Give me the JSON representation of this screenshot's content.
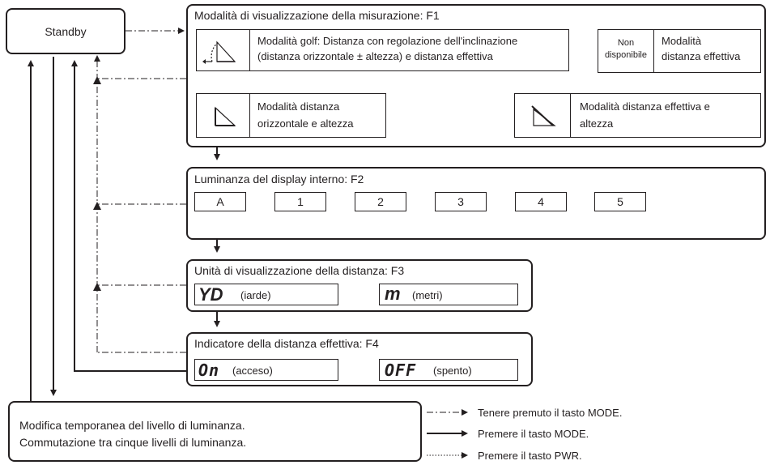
{
  "standby": {
    "label": "Standby"
  },
  "f1": {
    "title": "Modalità di visualizzazione della misurazione: F1",
    "golf_line1": "Modalità golf: Distanza con regolazione dell'inclinazione",
    "golf_line2": "(distanza orizzontale ± altezza) e distanza effettiva",
    "na_line1": "Non",
    "na_line2": "disponibile",
    "eff_line1": "Modalità",
    "eff_line2": "distanza effettiva",
    "effalt_line1": "Modalità distanza effettiva e",
    "effalt_line2": "altezza",
    "horiz_line1": "Modalità distanza",
    "horiz_line2": "orizzontale e altezza"
  },
  "f2": {
    "title": "Luminanza del display interno: F2",
    "levels": [
      "A",
      "1",
      "2",
      "3",
      "4",
      "5"
    ]
  },
  "f3": {
    "title": "Unità di visualizzazione della distanza: F3",
    "yd_symbol": "YD",
    "yd_label": "(iarde)",
    "m_symbol": "m",
    "m_label": "(metri)"
  },
  "f4": {
    "title": "Indicatore della distanza effettiva: F4",
    "on_symbol": "On",
    "on_label": "(acceso)",
    "off_symbol": "OFF",
    "off_label": "(spento)"
  },
  "note": {
    "line1": "Modifica temporanea del livello di luminanza.",
    "line2": "Commutazione tra cinque livelli di luminanza."
  },
  "legend": {
    "hold_mode": "Tenere premuto il tasto MODE.",
    "press_mode": "Premere il tasto MODE.",
    "press_pwr": "Premere il tasto PWR."
  }
}
